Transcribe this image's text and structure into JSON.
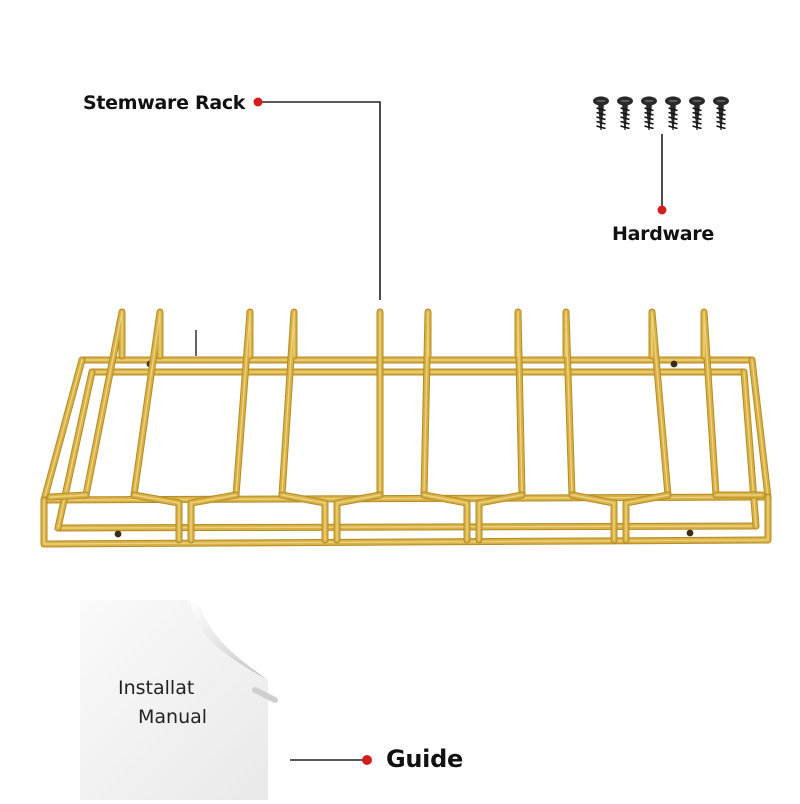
{
  "labels": {
    "stemware_rack": "Stemware Rack",
    "hardware": "Hardware",
    "guide": "Guide"
  },
  "manual": {
    "line1": "Installat",
    "line2": "Manual"
  },
  "colors": {
    "gold": "#d8b043",
    "gold_highlight": "#ecd27f",
    "gold_shadow": "#b58c26",
    "callout_dot": "#d21e1e",
    "callout_line": "#222222",
    "screw": "#2a2a2a"
  },
  "hardware": {
    "screw_count": 6
  },
  "rack": {
    "glass_slots": 5
  }
}
